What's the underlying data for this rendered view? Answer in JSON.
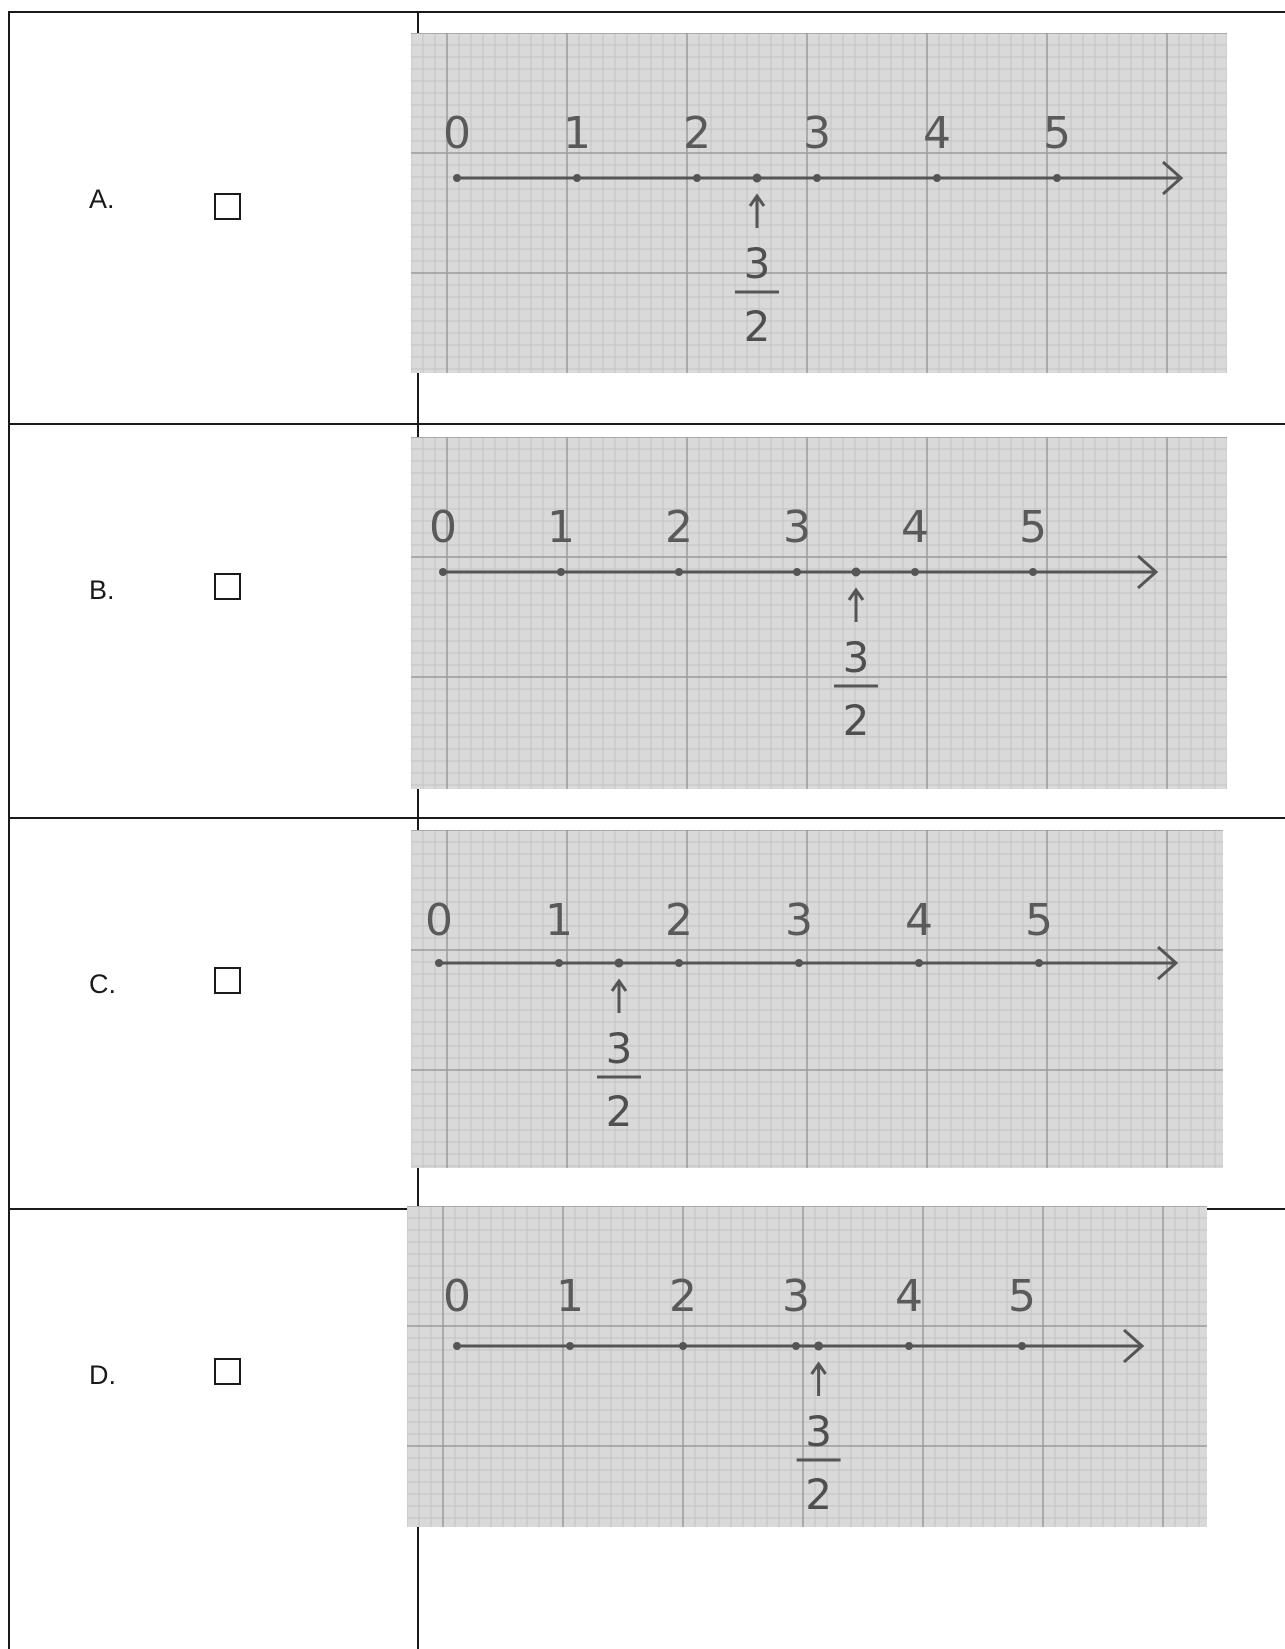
{
  "options": [
    {
      "letter": "A.",
      "ticks": [
        "0",
        "1",
        "2",
        "3",
        "4",
        "5"
      ],
      "fraction": {
        "numerator": "3",
        "denominator": "2"
      },
      "marked_value": 2.5
    },
    {
      "letter": "B.",
      "ticks": [
        "0",
        "1",
        "2",
        "3",
        "4",
        "5"
      ],
      "fraction": {
        "numerator": "3",
        "denominator": "2"
      },
      "marked_value": 3.5
    },
    {
      "letter": "C.",
      "ticks": [
        "0",
        "1",
        "2",
        "3",
        "4",
        "5"
      ],
      "fraction": {
        "numerator": "3",
        "denominator": "2"
      },
      "marked_value": 1.5
    },
    {
      "letter": "D.",
      "ticks": [
        "0",
        "1",
        "2",
        "3",
        "4",
        "5"
      ],
      "fraction": {
        "numerator": "3",
        "denominator": "2"
      },
      "marked_value": 3.2
    }
  ],
  "colors": {
    "paper": "#d9d9d9",
    "grid_major": "#9a9a9a",
    "grid_minor": "#c4c4c4",
    "ink": "#555555"
  }
}
